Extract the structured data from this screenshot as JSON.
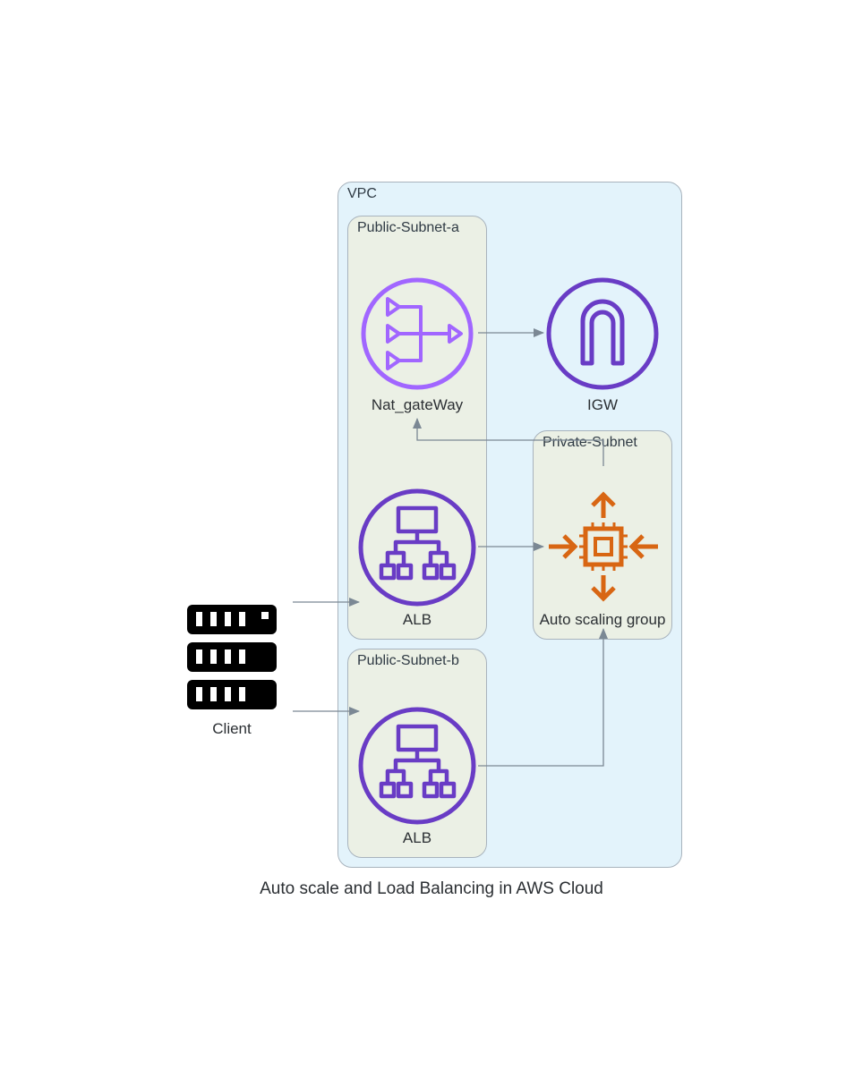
{
  "title": "Auto scale and Load Balancing in AWS Cloud",
  "clusters": {
    "vpc": "VPC",
    "public_subnet_a": "Public-Subnet-a",
    "public_subnet_b": "Public-Subnet-b",
    "private_subnet": "Private-Subnet"
  },
  "nodes": {
    "client": "Client",
    "nat_gateway": "Nat_gateWay",
    "igw": "IGW",
    "alb_a": "ALB",
    "alb_b": "ALB",
    "asg": "Auto scaling group"
  },
  "edges": [
    {
      "from": "client",
      "to": "alb_a"
    },
    {
      "from": "client",
      "to": "alb_b"
    },
    {
      "from": "nat_gateway",
      "to": "igw"
    },
    {
      "from": "alb_a",
      "to": "asg"
    },
    {
      "from": "alb_b",
      "to": "asg"
    },
    {
      "from": "asg",
      "to": "nat_gateway"
    }
  ],
  "icons": {
    "client": "server-rack-icon",
    "nat_gateway": "nat-gateway-icon",
    "igw": "internet-gateway-icon",
    "alb": "application-load-balancer-icon",
    "asg": "auto-scaling-group-icon"
  },
  "colors": {
    "vpc_fill": "#e3f3fb",
    "subnet_fill": "#ebf0e5",
    "cluster_border": "#a8b3bd",
    "edge": "#7b8894",
    "nat_purple": "#a166ff",
    "aws_purple": "#693cc5",
    "asg_orange": "#d86613",
    "client_black": "#000000"
  }
}
